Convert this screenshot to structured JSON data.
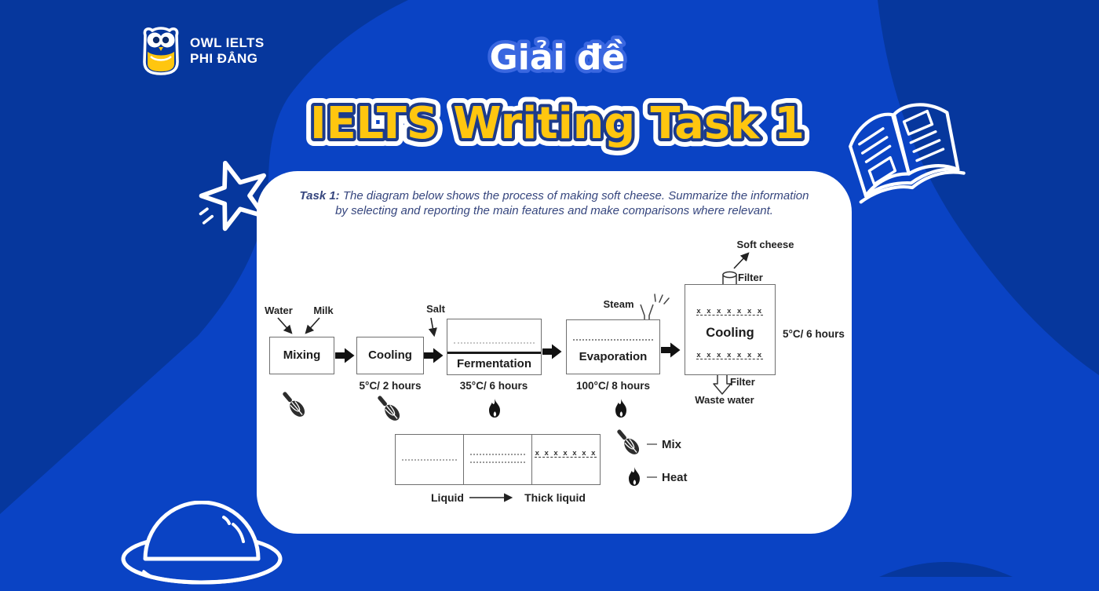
{
  "colors": {
    "base_blue": "#0A43C4",
    "dark_blob": "#06379D",
    "card": "#FFFFFF",
    "title_yellow": "#FFC60F",
    "title_navy_outline": "#1C3B8C",
    "kicker_blue_outline": "#3A67E0",
    "task_text": "#36467E",
    "diagram_ink": "#222222"
  },
  "brand": {
    "line1": "OWL IELTS",
    "line2": "PHI ĐẲNG"
  },
  "header": {
    "kicker": "Giải đề",
    "title": "IELTS Writing Task 1"
  },
  "task": {
    "label": "Task 1:",
    "line1": "The diagram below shows the process of making soft cheese. Summarize the information",
    "line2": "by selecting and reporting the main features and make comparisons where relevant."
  },
  "diagram": {
    "inputs": {
      "water": "Water",
      "milk": "Milk",
      "salt": "Salt",
      "steam": "Steam"
    },
    "boxes": {
      "mixing": "Mixing",
      "cooling1": "Cooling",
      "fermentation": "Fermentation",
      "evaporation": "Evaporation",
      "cooling2": "Cooling"
    },
    "conditions": {
      "cooling1": "5°C/ 2 hours",
      "fermentation": "35°C/ 6 hours",
      "evaporation": "100°C/ 8 hours",
      "cooling2": "5°C/ 6 hours"
    },
    "outputs": {
      "soft_cheese": "Soft cheese",
      "filter_top": "Filter",
      "filter_bottom": "Filter",
      "waste_water": "Waste water"
    },
    "pattern": "x x x x x x x"
  },
  "legend": {
    "liquid": "Liquid",
    "thick_liquid": "Thick liquid",
    "mix": "Mix",
    "heat": "Heat"
  }
}
